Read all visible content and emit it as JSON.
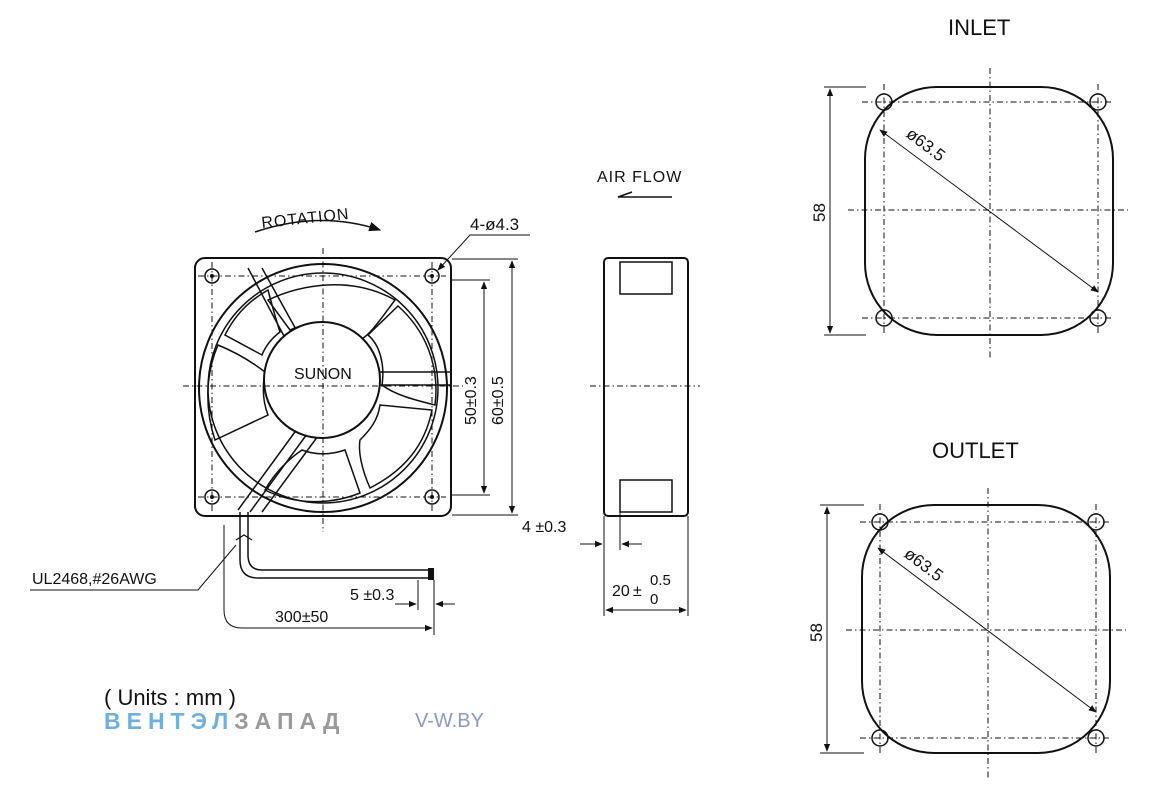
{
  "drawing": {
    "front": {
      "rotation_label": "ROTATION",
      "hole_label": "4-ø4.3",
      "hub_label": "SUNON",
      "dim_inner": "50±0.3",
      "dim_outer": "60±0.5",
      "cable_label": "UL2468,#26AWG",
      "strip_label": "5 ±0.3",
      "lead_label": "300±50"
    },
    "side": {
      "airflow_label": "AIR FLOW",
      "dim_flange": "4 ±0.3",
      "dim_depth_main": "20",
      "dim_depth_tol_plus": "0.5",
      "dim_depth_tol_minus": "0"
    },
    "inlet": {
      "title": "INLET",
      "diameter_label": "ø63.5",
      "hole_spacing": "58"
    },
    "outlet": {
      "title": "OUTLET",
      "diameter_label": "ø63.5",
      "hole_spacing": "58"
    },
    "units_label": "( Units : mm )"
  },
  "watermark": {
    "part_a": "ВЕНТЭЛ",
    "part_b": "ЗАПАД",
    "site": "V-W.BY"
  },
  "colors": {
    "line": "#111111",
    "watermark_blue": "#6fb0e0",
    "watermark_gray": "#9a9a9a"
  }
}
